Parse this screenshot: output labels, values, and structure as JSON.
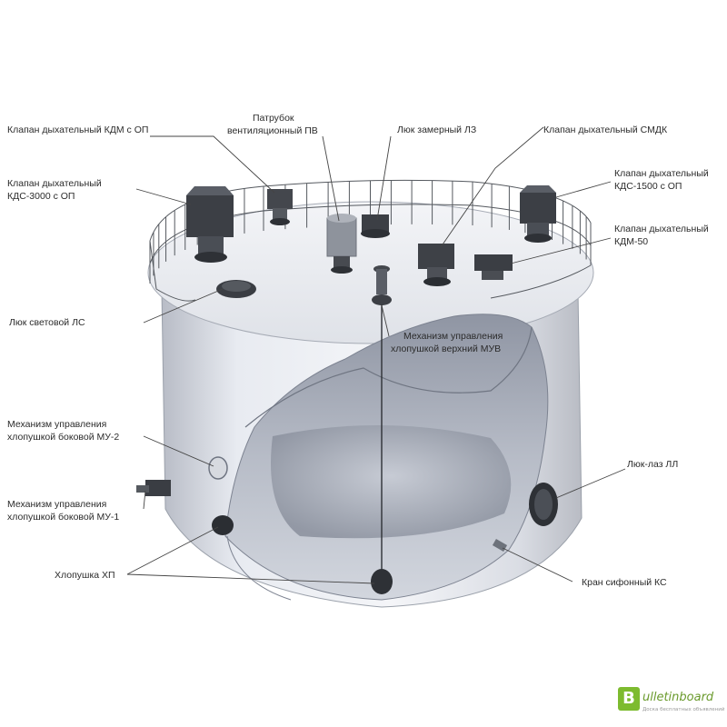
{
  "diagram": {
    "labels": {
      "kdm_op": "Клапан дыхательный КДМ с ОП",
      "kds3000_l1": "Клапан дыхательный",
      "kds3000_l2": "КДС-3000 с ОП",
      "patrubok_l1": "Патрубок",
      "patrubok_l2": "вентиляционный ПВ",
      "luk_zamer": "Люк замерный ЛЗ",
      "smdk": "Клапан дыхательный СМДК",
      "kds1500_l1": "Клапан дыхательный",
      "kds1500_l2": "КДС-1500  с ОП",
      "kdm50_l1": "Клапан дыхательный",
      "kdm50_l2": "КДМ-50",
      "luk_svet": "Люк световой ЛС",
      "muv_l1": "Механизм управления",
      "muv_l2": "хлопушкой верхний МУВ",
      "mu2_l1": "Механизм управления",
      "mu2_l2": "хлопушкой боковой МУ-2",
      "mu1_l1": "Механизм управления",
      "mu1_l2": "хлопушкой боковой МУ-1",
      "hlopushka": "Хлопушка ХП",
      "luk_laz": "Люк-лаз ЛЛ",
      "kran": "Кран сифонный КС"
    }
  },
  "watermark": {
    "badge": "B",
    "text": "ulletinboard",
    "sub": "Доска бесплатных объявлений"
  }
}
